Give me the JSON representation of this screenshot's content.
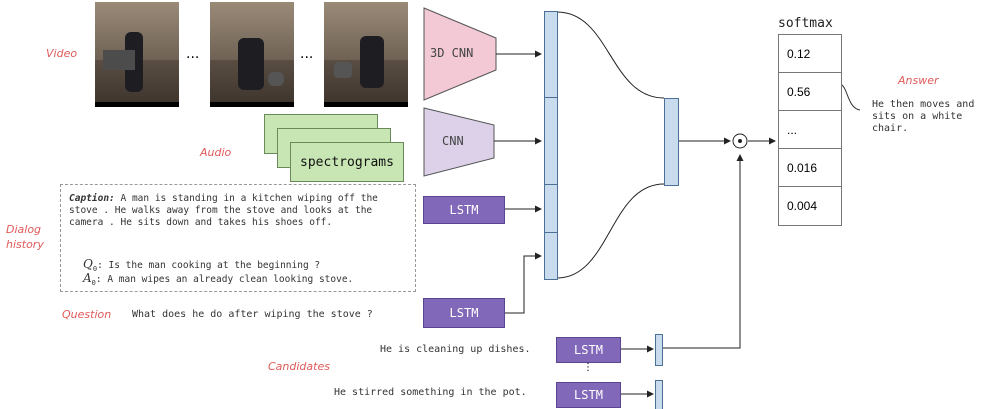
{
  "labels": {
    "video": "Video",
    "audio": "Audio",
    "dialog_history": "Dialog history",
    "question": "Question",
    "candidates": "Candidates",
    "answer": "Answer"
  },
  "frames": {
    "ellipsis_1": "...",
    "ellipsis_2": "..."
  },
  "modules": {
    "cnn3d": "3D CNN",
    "cnn": "CNN",
    "spectrograms": "spectrograms",
    "lstm_dialog": "LSTM",
    "lstm_question": "LSTM",
    "lstm_candidate_1": "LSTM",
    "lstm_candidate_2": "LSTM"
  },
  "caption": {
    "label": "Caption:",
    "text": "A man is standing in a kitchen wiping off the stove . He walks away from the stove and looks at the camera . He sits down and takes his shoes off.",
    "q_label": "Q",
    "q_sub": "0",
    "q_text": ": Is the man cooking at the beginning ?",
    "a_label": "A",
    "a_sub": "0",
    "a_text": ": A man wipes an already clean looking stove."
  },
  "question_text": "What does he do after wiping the stove ?",
  "candidate_1": "He is cleaning up dishes.",
  "candidate_vdots": "⋮",
  "candidate_2": "He stirred something in the pot.",
  "softmax": {
    "title": "softmax",
    "values": [
      "0.12",
      "0.56",
      "...",
      "0.016",
      "0.004"
    ]
  },
  "answer_text": "He then moves and sits on a white chair.",
  "odot": "⊙",
  "colors": {
    "label_red": "#e05a5a",
    "cnn3d_fill": "#f2c9d5",
    "cnn_fill": "#ddd1ea",
    "lstm_fill": "#8268b8",
    "spec_fill": "#c8e6b4",
    "vector_fill": "#c9dcee"
  }
}
